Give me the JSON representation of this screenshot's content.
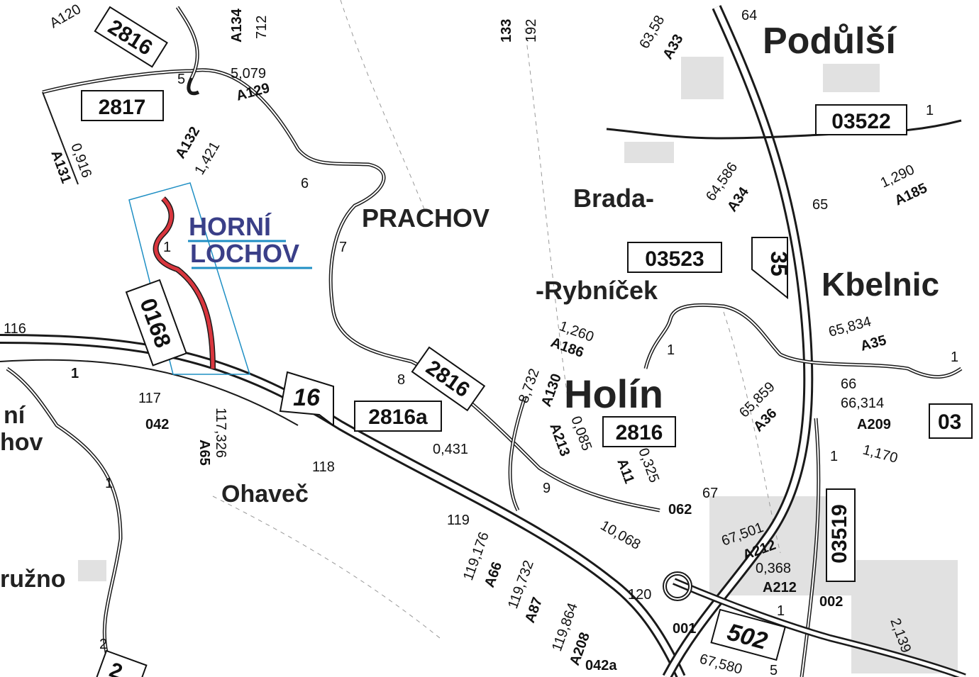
{
  "colors": {
    "road": "#1a1a1a",
    "highlight": "#d9363e",
    "annotation": "#1f8fc4",
    "paper": "#ffffff",
    "builtup": "#c9c9c9"
  },
  "places": {
    "podulsi": "Podůlší",
    "prachov": "PRACHOV",
    "horni": "HORNÍ",
    "lochov": "LOCHOV",
    "brada": "Brada-",
    "rybnicek": "-Rybníček",
    "kbelnic": "Kbelnic",
    "holin": "Holín",
    "ohavec": "Ohaveč",
    "ni": "ní",
    "hov": "hov",
    "uzno": "ružno"
  },
  "road_numbers": {
    "r2816_top": "2816",
    "r2817": "2817",
    "r03522": "03522",
    "r03523": "03523",
    "r35": "35",
    "r0168": "0168",
    "r16": "16",
    "r2816_mid": "2816",
    "r2816a": "2816a",
    "r2816_box": "2816",
    "r03519": "03519",
    "r502": "502",
    "r03_edge": "03",
    "r2_edge": "2"
  },
  "labels": {
    "a120": "A120",
    "a134": "A134",
    "v712": "712",
    "v133": "133",
    "v192": "192",
    "v64": "64",
    "v63_58": "63,58",
    "a33": "A33",
    "v5": "5",
    "v5079": "5,079",
    "a129": "A129",
    "a132": "A132",
    "v1421": "1,421",
    "v0916": "0,916",
    "a131": "A131",
    "v6": "6",
    "v7": "7",
    "v1_lochov": "1",
    "v64586": "64,586",
    "a34": "A34",
    "v65": "65",
    "v1290": "1,290",
    "a185": "A185",
    "v1_03522": "1",
    "v116": "116",
    "v1_left": "1",
    "v1260": "1,260",
    "a186": "A186",
    "v1_ryb": "1",
    "v65834": "65,834",
    "a35": "A35",
    "v1_right": "1",
    "v117": "117",
    "v042": "042",
    "v117326": "117,326",
    "a65": "A65",
    "v8": "8",
    "v8732": "8,732",
    "a130": "A130",
    "v0431": "0,431",
    "v0085": "0,085",
    "a213": "A213",
    "v9": "9",
    "a11": "A11",
    "v0325": "0,325",
    "v65859": "65,859",
    "a36": "A36",
    "v66": "66",
    "v66314": "66,314",
    "a209": "A209",
    "v1170": "1,170",
    "v1_03519": "1",
    "v118": "118",
    "v1_lower": "1",
    "v119": "119",
    "v119176": "119,176",
    "a66": "A66",
    "v119732": "119,732",
    "a87": "A87",
    "v062": "062",
    "v67": "67",
    "v10068": "10,068",
    "v67501": "67,501",
    "a212_top": "A212",
    "v0368": "0,368",
    "a212_bot": "A212",
    "v120": "120",
    "v002": "002",
    "v119864": "119,864",
    "a208": "A208",
    "v042a": "042a",
    "v001": "001",
    "v1_502": "1",
    "v67580": "67,580",
    "v5_bottom": "5",
    "v2139": "2,139",
    "v2_left": "2"
  }
}
